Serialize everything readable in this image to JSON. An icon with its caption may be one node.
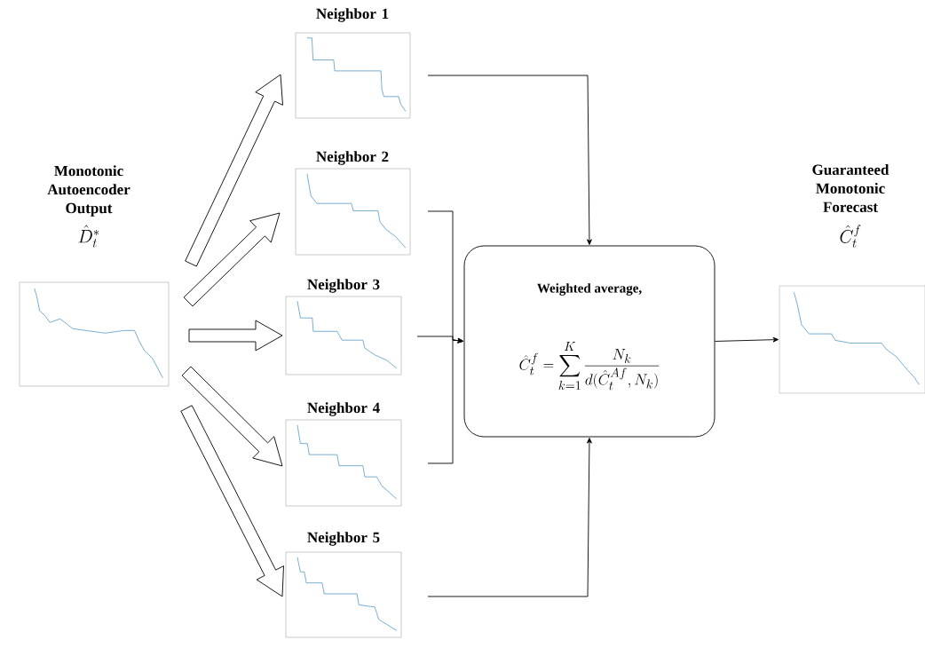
{
  "diagram": {
    "nodes": [
      {
        "text": [
          "Monotonic Autoencoder Output",
          "\\hat{D}_t^*"
        ]
      },
      {
        "text": [
          "Neighbor 1"
        ]
      },
      {
        "text": [
          "Neighbor 2"
        ]
      },
      {
        "text": [
          "Neighbor 3"
        ]
      },
      {
        "text": [
          "Neighbor 4"
        ]
      },
      {
        "text": [
          "Neighbor 5"
        ]
      },
      {
        "text": [
          "Weighted average,",
          "\\hat{C}_t^f = \\sum_{k=1}^{K} \\frac{N_k}{d(\\hat{C}_t^{Af}, N_k)}"
        ]
      },
      {
        "text": [
          "Guaranteed Monotonic Forecast",
          "\\hat{C}_t^f"
        ]
      }
    ],
    "edges": [
      {
        "from": 0,
        "to": 1,
        "arrow": "to",
        "style": "thick"
      },
      {
        "from": 0,
        "to": 2,
        "arrow": "to",
        "style": "thick"
      },
      {
        "from": 0,
        "to": 3,
        "arrow": "to",
        "style": "thick"
      },
      {
        "from": 0,
        "to": 4,
        "arrow": "to",
        "style": "thick"
      },
      {
        "from": 0,
        "to": 5,
        "arrow": "to",
        "style": "thick"
      },
      {
        "from": 1,
        "to": 6,
        "arrow": "to"
      },
      {
        "from": 2,
        "to": 6,
        "arrow": "to"
      },
      {
        "from": 3,
        "to": 6,
        "arrow": "to"
      },
      {
        "from": 4,
        "to": 6,
        "arrow": "to"
      },
      {
        "from": 5,
        "to": 6,
        "arrow": "to"
      },
      {
        "from": 6,
        "to": 7,
        "arrow": "to"
      }
    ]
  }
}
